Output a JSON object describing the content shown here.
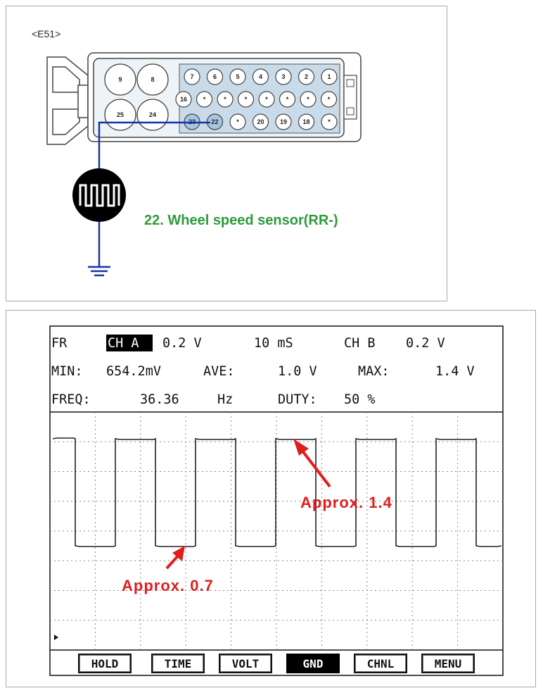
{
  "connector": {
    "name": "<E51>",
    "large_pins": [
      "9",
      "8",
      "25",
      "24"
    ],
    "row1_pins": [
      "7",
      "6",
      "5",
      "4",
      "3",
      "2",
      "1"
    ],
    "row2_pins": [
      "16",
      "*",
      "*",
      "*",
      "*",
      "*",
      "*",
      "*"
    ],
    "row3_pins": [
      "23",
      "22",
      "*",
      "20",
      "19",
      "18",
      "*"
    ],
    "pin_label": "22. Wheel speed sensor(RR-)",
    "wire_color": "#1633a8",
    "label_color": "#2f9a3c",
    "highlight_color": "#a9c6de"
  },
  "scope": {
    "status_row1": {
      "fr": "FR",
      "ch_a": "CH A",
      "ch_a_scale": "0.2 V",
      "time_scale": "10 mS",
      "ch_b": "CH B",
      "ch_b_scale": "0.2 V"
    },
    "status_row2": {
      "min_label": "MIN:",
      "min_value": "654.2mV",
      "ave_label": "AVE:",
      "ave_value": "1.0 V",
      "max_label": "MAX:",
      "max_value": "1.4 V"
    },
    "status_row3": {
      "freq_label": "FREQ:",
      "freq_value": "36.36",
      "freq_unit": "Hz",
      "duty_label": "DUTY:",
      "duty_value": "50 %"
    },
    "annotations": {
      "high": "Approx. 1.4",
      "low": "Approx. 0.7"
    },
    "buttons": [
      "HOLD",
      "TIME",
      "VOLT",
      "GND",
      "CHNL",
      "MENU"
    ],
    "active_button": "GND",
    "annotation_color": "#e01e1e"
  },
  "chart_data": {
    "type": "line",
    "signal": "square wave",
    "high_level_v": 1.4,
    "low_level_v": 0.7,
    "min_mv": 654.2,
    "ave_v": 1.0,
    "max_v": 1.4,
    "frequency_hz": 36.36,
    "duty_percent": 50,
    "grid": true
  }
}
